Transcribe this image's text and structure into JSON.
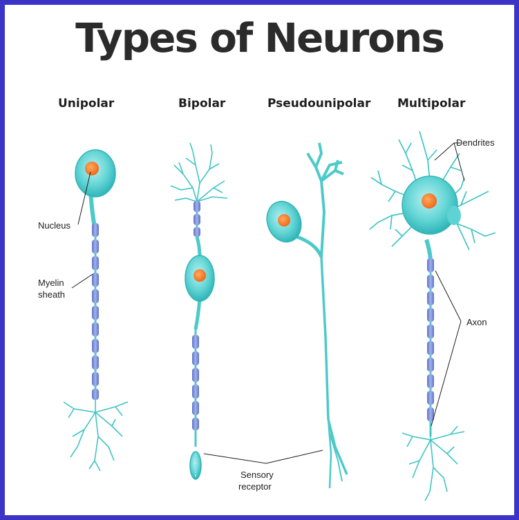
{
  "title": "Types of Neurons",
  "types": {
    "unipolar": "Unipolar",
    "bipolar": "Bipolar",
    "pseudounipolar": "Pseudounipolar",
    "multipolar": "Multipolar"
  },
  "labels": {
    "nucleus": "Nucleus",
    "myelin_line1": "Myelin",
    "myelin_line2": "sheath",
    "dendrites": "Dendrites",
    "axon": "Axon",
    "sensory_line1": "Sensory",
    "sensory_line2": "receptor"
  },
  "colors": {
    "border": "#3b34c7",
    "cell_body": "#5fd3d3",
    "nucleus": "#f47c2a",
    "myelin": "#7f8fd6",
    "axon": "#3fc4c4",
    "title_text": "#2b2b2b"
  }
}
